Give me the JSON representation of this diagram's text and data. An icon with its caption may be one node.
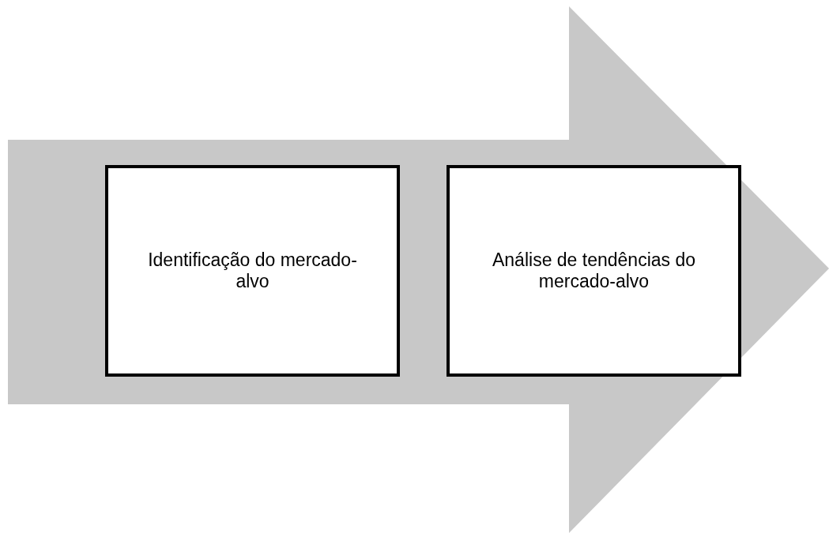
{
  "diagram": {
    "nodes": [
      {
        "text": [],
        "shape": "arrow"
      },
      {
        "text": [
          "Identificação do mercado-alvo"
        ],
        "in": 0
      },
      {
        "text": [
          "Análise de tendências do mercado-alvo"
        ],
        "in": 0
      }
    ]
  }
}
